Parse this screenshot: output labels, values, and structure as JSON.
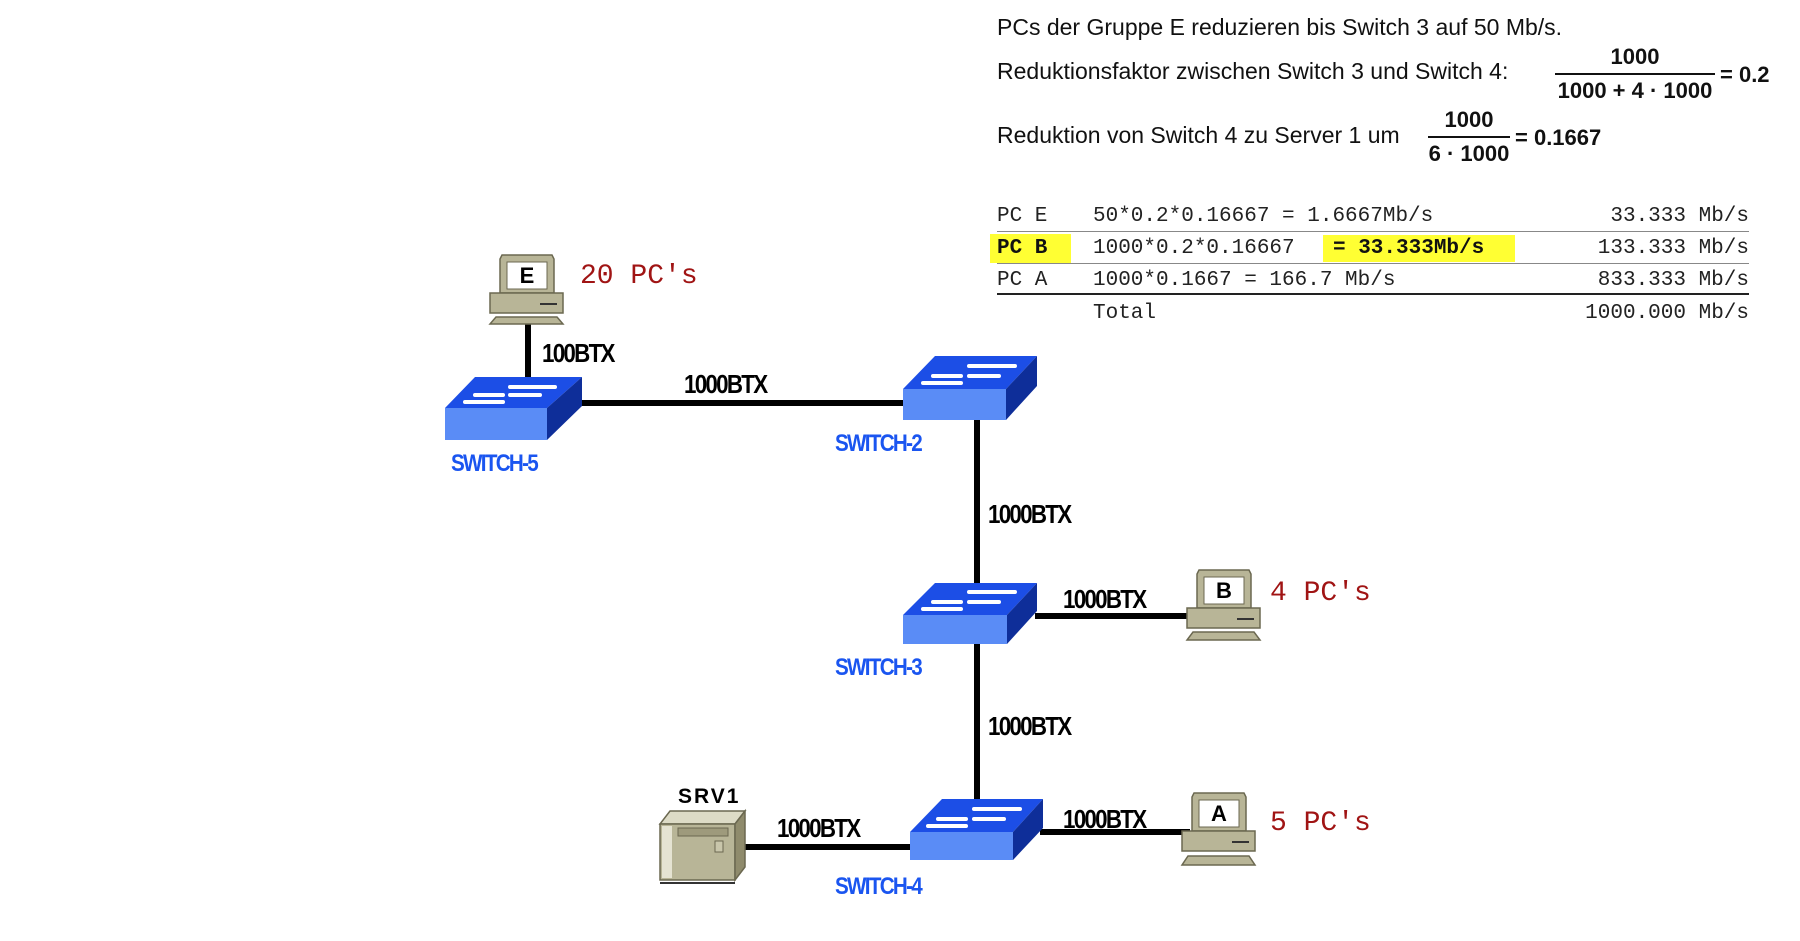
{
  "notes": {
    "line1": "PCs der Gruppe E reduzieren bis Switch 3 auf 50 Mb/s.",
    "line2": "Reduktionsfaktor zwischen Switch 3 und Switch 4:",
    "line3": "Reduktion von Switch 4 zu Server 1 um",
    "fraction1": {
      "numerator": "1000",
      "denominator": "1000 + 4 · 1000",
      "result": "= 0.2"
    },
    "fraction2": {
      "numerator": "1000",
      "denominator": "6 · 1000",
      "result": "= 0.1667"
    }
  },
  "table": {
    "rows": [
      {
        "label": "PC E",
        "formula": "50*0.2*0.16667 = 1.6667Mb/s",
        "formula_highlight": "",
        "total": "33.333 Mb/s",
        "highlight": false
      },
      {
        "label": "PC B",
        "formula": "1000*0.2*0.16667",
        "formula_highlight": "= 33.333Mb/s",
        "total": "133.333 Mb/s",
        "highlight": true
      },
      {
        "label": "PC A",
        "formula": "1000*0.1667 = 166.7 Mb/s",
        "formula_highlight": "",
        "total": "833.333 Mb/s",
        "highlight": false
      }
    ],
    "total_label": "Total",
    "total_value": "1000.000 Mb/s",
    "highlight_color": "#ffff33"
  },
  "diagram": {
    "switches": [
      {
        "id": "switch-5",
        "label": "SWITCH-5"
      },
      {
        "id": "switch-2",
        "label": "SWITCH-2"
      },
      {
        "id": "switch-3",
        "label": "SWITCH-3"
      },
      {
        "id": "switch-4",
        "label": "SWITCH-4"
      }
    ],
    "pcs": [
      {
        "id": "pc-e",
        "letter": "E",
        "count": "20 PC's"
      },
      {
        "id": "pc-b",
        "letter": "B",
        "count": "4 PC's"
      },
      {
        "id": "pc-a",
        "letter": "A",
        "count": "5 PC's"
      }
    ],
    "server": {
      "id": "srv1",
      "label": "SRV1"
    },
    "links": [
      {
        "from": "pc-e",
        "to": "switch-5",
        "label": "100BTX"
      },
      {
        "from": "switch-5",
        "to": "switch-2",
        "label": "1000BTX"
      },
      {
        "from": "switch-2",
        "to": "switch-3",
        "label": "1000BTX"
      },
      {
        "from": "switch-3",
        "to": "pc-b",
        "label": "1000BTX"
      },
      {
        "from": "switch-3",
        "to": "switch-4",
        "label": "1000BTX"
      },
      {
        "from": "srv1",
        "to": "switch-4",
        "label": "1000BTX"
      },
      {
        "from": "switch-4",
        "to": "pc-a",
        "label": "1000BTX"
      }
    ],
    "colors": {
      "switch_top": "#1c4ee6",
      "switch_front": "#5a8cf6",
      "switch_side": "#0e2e99",
      "switch_label": "#1a55f0",
      "pc_body": "#b8b597",
      "pc_light": "#dddbc6",
      "pc_dark": "#6b6850",
      "count_text": "#a01414",
      "cable": "#000000"
    }
  }
}
